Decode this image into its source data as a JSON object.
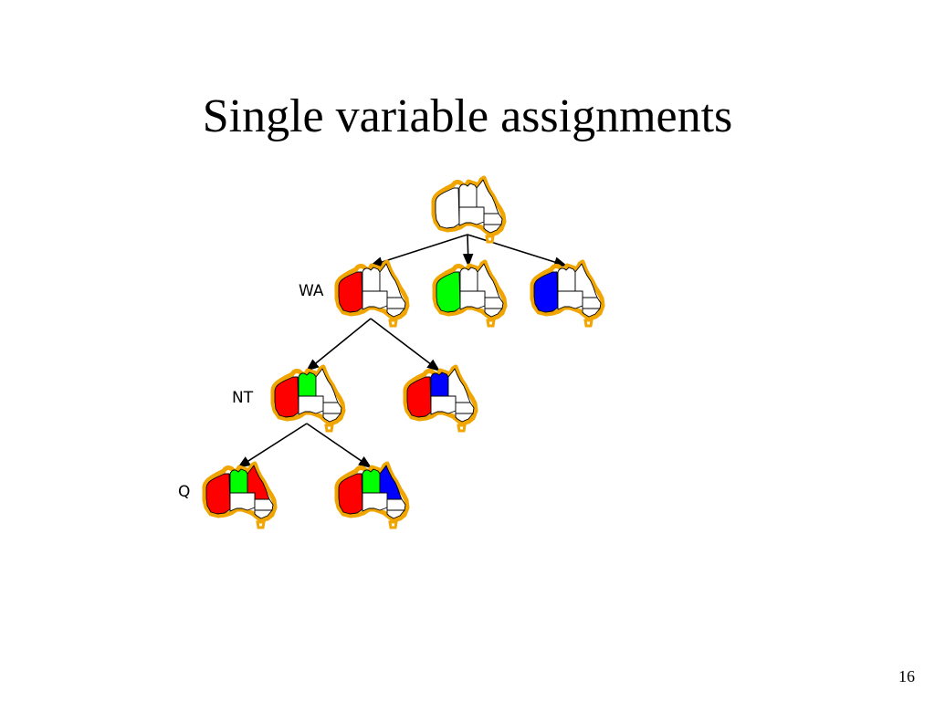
{
  "slide": {
    "title": "Single variable assignments",
    "page_number": "16"
  },
  "colors": {
    "red": "#ff0000",
    "green": "#00ff00",
    "blue": "#0000ff",
    "outline": "#f0a500",
    "background": "#ffffff",
    "arrow": "#000000"
  },
  "levels": [
    {
      "label": ""
    },
    {
      "label": "WA"
    },
    {
      "label": "NT"
    },
    {
      "label": "Q"
    }
  ],
  "nodes": [
    {
      "level": 0,
      "assignment": {
        "WA": "none",
        "NT": "none",
        "Q": "none"
      }
    },
    {
      "level": 1,
      "assignment": {
        "WA": "red",
        "NT": "none",
        "Q": "none"
      }
    },
    {
      "level": 1,
      "assignment": {
        "WA": "green",
        "NT": "none",
        "Q": "none"
      }
    },
    {
      "level": 1,
      "assignment": {
        "WA": "blue",
        "NT": "none",
        "Q": "none"
      }
    },
    {
      "level": 2,
      "assignment": {
        "WA": "red",
        "NT": "green",
        "Q": "none"
      }
    },
    {
      "level": 2,
      "assignment": {
        "WA": "red",
        "NT": "blue",
        "Q": "none"
      }
    },
    {
      "level": 3,
      "assignment": {
        "WA": "red",
        "NT": "green",
        "Q": "red"
      }
    },
    {
      "level": 3,
      "assignment": {
        "WA": "red",
        "NT": "green",
        "Q": "blue"
      }
    }
  ],
  "edges": [
    {
      "from": 0,
      "to": 1
    },
    {
      "from": 0,
      "to": 2
    },
    {
      "from": 0,
      "to": 3
    },
    {
      "from": 1,
      "to": 4
    },
    {
      "from": 1,
      "to": 5
    },
    {
      "from": 4,
      "to": 6
    },
    {
      "from": 4,
      "to": 7
    }
  ]
}
